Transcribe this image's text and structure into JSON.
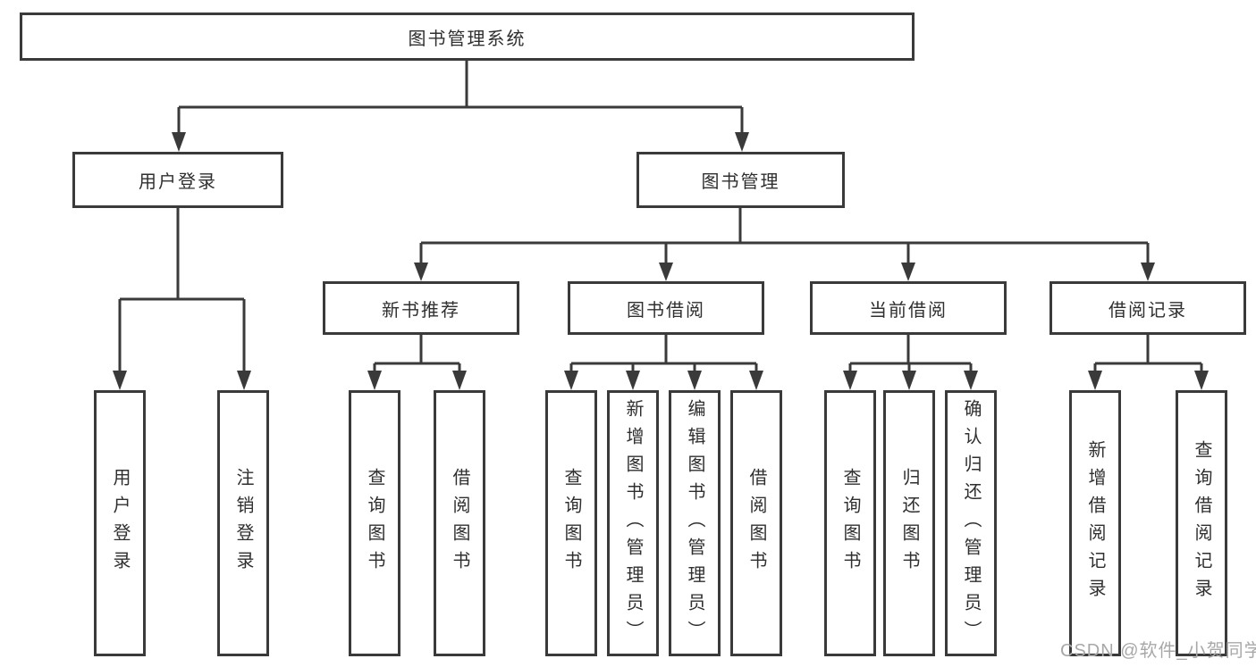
{
  "page": {
    "background_color": "#ffffff",
    "line_color": "#3a3a3a",
    "text_color": "#2f2f2f",
    "watermark_color": "#a8a8a8"
  },
  "watermark": "CSDN @软件_小贺同学",
  "diagram": {
    "title": "图书管理系统",
    "branches": [
      {
        "label": "用户登录",
        "children": [
          "用户登录",
          "注销登录"
        ]
      },
      {
        "label": "图书管理",
        "children": [
          {
            "label": "新书推荐",
            "children": [
              "查询图书",
              "借阅图书"
            ]
          },
          {
            "label": "图书借阅",
            "children": [
              "查询图书",
              "新增图书（管理员）",
              "编辑图书（管理员）",
              "借阅图书"
            ]
          },
          {
            "label": "当前借阅",
            "children": [
              "查询图书",
              "归还图书",
              "确认归还（管理员）"
            ]
          },
          {
            "label": "借阅记录",
            "children": [
              "新增借阅记录",
              "查询借阅记录"
            ]
          }
        ]
      }
    ]
  }
}
